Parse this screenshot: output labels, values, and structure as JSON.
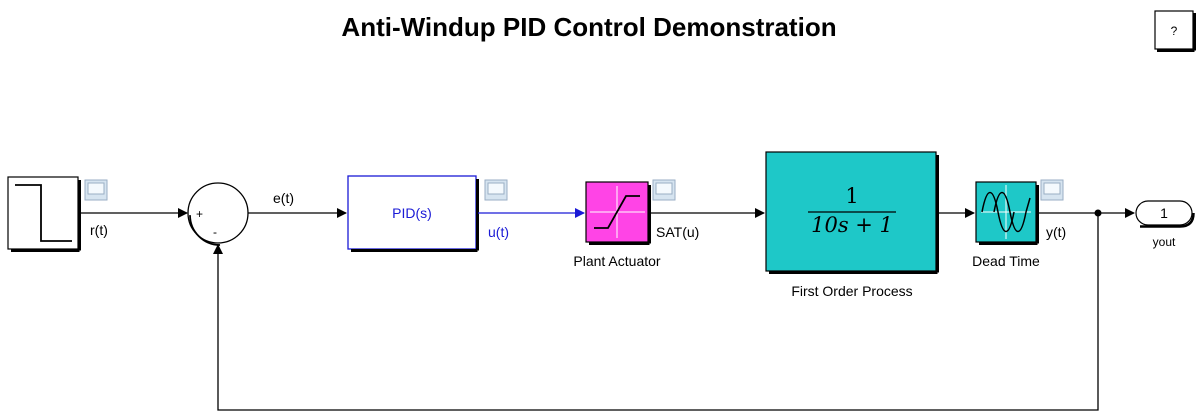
{
  "title": "Anti-Windup PID Control Demonstration",
  "help_button": "?",
  "signals": {
    "r": "r(t)",
    "e": "e(t)",
    "u": "u(t)",
    "sat": "SAT(u)",
    "y": "y(t)"
  },
  "sum_signs": {
    "plus": "+",
    "minus": "-"
  },
  "blocks": {
    "pid": "PID(s)",
    "actuator": "Plant Actuator",
    "process": "First Order Process",
    "tf_numerator": "1",
    "tf_denominator": "10s + 1",
    "dead_time": "Dead Time",
    "outport_number": "1",
    "outport_name": "yout"
  },
  "colors": {
    "pid_line": "#1a1ad6",
    "actuator_fill": "#ff44e6",
    "process_fill": "#1ec8c8",
    "dead_time_fill": "#1ec8c8",
    "scope_icon": "#d6e4f0"
  }
}
